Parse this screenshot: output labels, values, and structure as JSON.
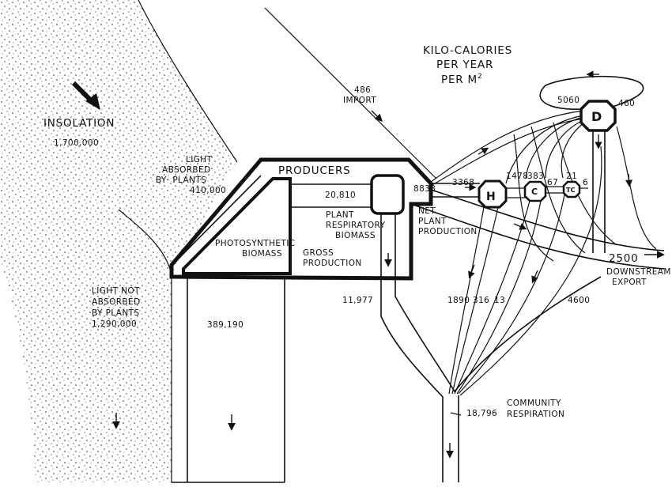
{
  "header": {
    "line1": "KILO-CALORIES",
    "line2": "PER YEAR",
    "line3": "PER M",
    "superscript": "2"
  },
  "insolation": {
    "label": "INSOLATION",
    "value": "1,700,000"
  },
  "light_absorbed": {
    "line1": "LIGHT",
    "line2": "ABSORBED",
    "line3": "BY· PLANTS",
    "value": "410,000"
  },
  "light_not_absorbed": {
    "line1": "LIGHT NOT",
    "line2": "ABSORBED",
    "line3": "BY PLANTS",
    "value": "1,290,000"
  },
  "unused_flow_value": "389,190",
  "producers": {
    "title": "PRODUCERS",
    "photosynthetic_line1": "PHOTOSYNTHETIC",
    "photosynthetic_line2": "BIOMASS",
    "gross_line1": "GROSS",
    "gross_line2": "PRODUCTION",
    "gross_value": "20,810",
    "resp_line1": "PLANT",
    "resp_line2": "RESPIRATORY",
    "resp_line3": "BIOMASS"
  },
  "import": {
    "value": "486",
    "label": "IMPORT"
  },
  "net_production": {
    "value": "8833",
    "line1": "NET",
    "line2": "PLANT",
    "line3": "PRODUCTION"
  },
  "plant_respiration_value": "11,977",
  "nodes": {
    "herbivores": "H",
    "carnivores": "C",
    "top_carnivores": "TC",
    "decomposers": "D"
  },
  "flows": {
    "to_h": "3368",
    "h_to_c": "1478",
    "c_in": "383",
    "c_to_tc": "67",
    "tc_in": "21",
    "tc_out": "6",
    "to_d": "5060",
    "d_loop": "460",
    "resp_h": "1890",
    "resp_c": "316",
    "resp_tc": "13",
    "resp_d": "4600"
  },
  "export": {
    "value": "2500",
    "line1": "DOWNSTREAM",
    "line2": "EXPORT"
  },
  "community": {
    "line1": "COMMUNITY",
    "line2": "RESPIRATION",
    "value": "18,796"
  },
  "colors": {
    "ink": "#111111",
    "paper": "#ffffff"
  }
}
